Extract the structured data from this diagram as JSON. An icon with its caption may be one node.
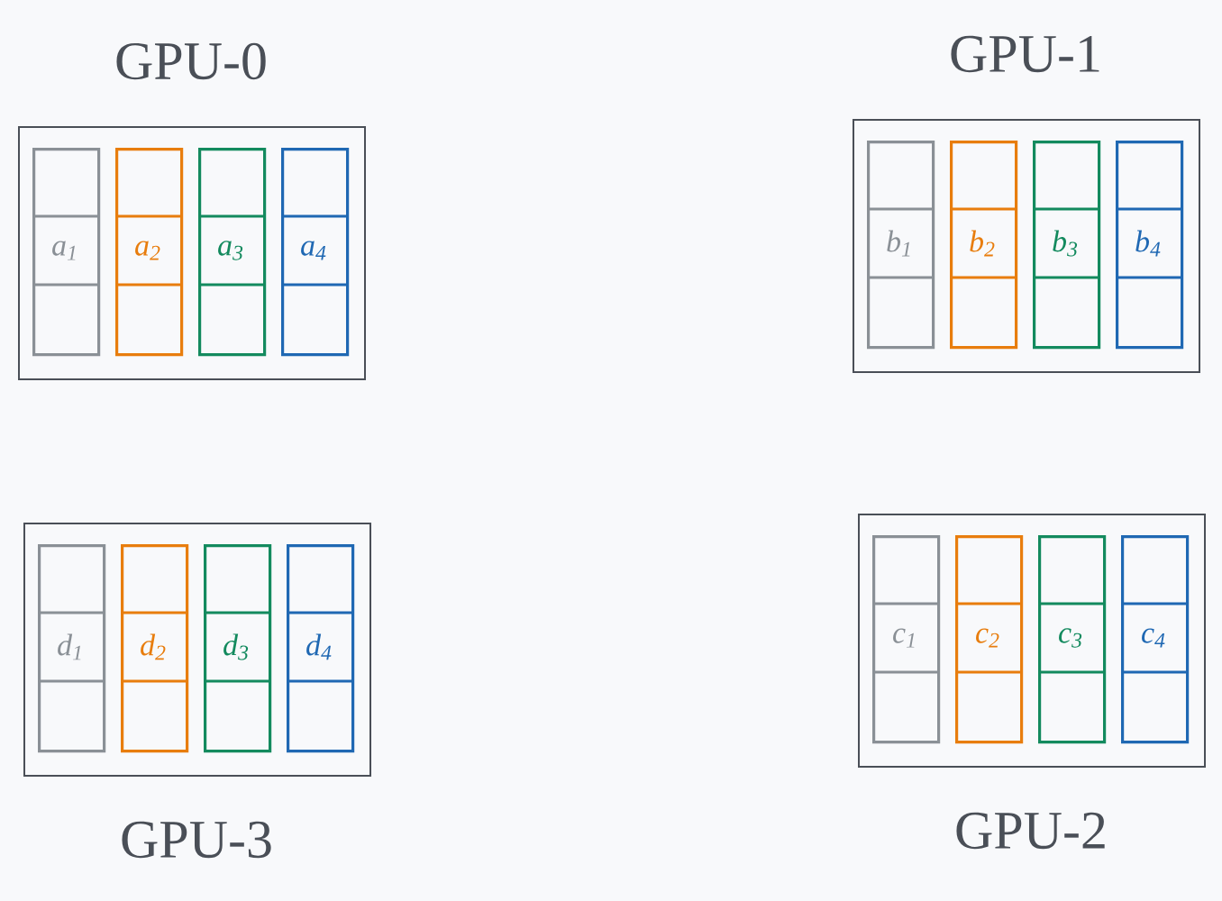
{
  "diagram": {
    "nodes": [
      {
        "text": [
          "GPU-0"
        ]
      },
      {
        "text": [
          "a$_{1}$"
        ],
        "in": 0
      },
      {
        "text": [
          "a$_{2}$"
        ],
        "in": 0
      },
      {
        "text": [
          "a$_{3}$"
        ],
        "in": 0
      },
      {
        "text": [
          "a$_{4}$"
        ],
        "in": 0
      },
      {
        "text": [
          "GPU-1"
        ]
      },
      {
        "text": [
          "b$_{1}$"
        ],
        "in": 5
      },
      {
        "text": [
          "b$_{2}$"
        ],
        "in": 5
      },
      {
        "text": [
          "b$_{3}$"
        ],
        "in": 5
      },
      {
        "text": [
          "b$_{4}$"
        ],
        "in": 5
      },
      {
        "text": [
          "GPU-3"
        ]
      },
      {
        "text": [
          "d$_{1}$"
        ],
        "in": 10
      },
      {
        "text": [
          "d$_{2}$"
        ],
        "in": 10
      },
      {
        "text": [
          "d$_{3}$"
        ],
        "in": 10
      },
      {
        "text": [
          "d$_{4}$"
        ],
        "in": 10
      },
      {
        "text": [
          "GPU-2"
        ]
      },
      {
        "text": [
          "c$_{1}$"
        ],
        "in": 15
      },
      {
        "text": [
          "c$_{2}$"
        ],
        "in": 15
      },
      {
        "text": [
          "c$_{3}$"
        ],
        "in": 15
      },
      {
        "text": [
          "c$_{4}$"
        ],
        "in": 15
      }
    ]
  }
}
